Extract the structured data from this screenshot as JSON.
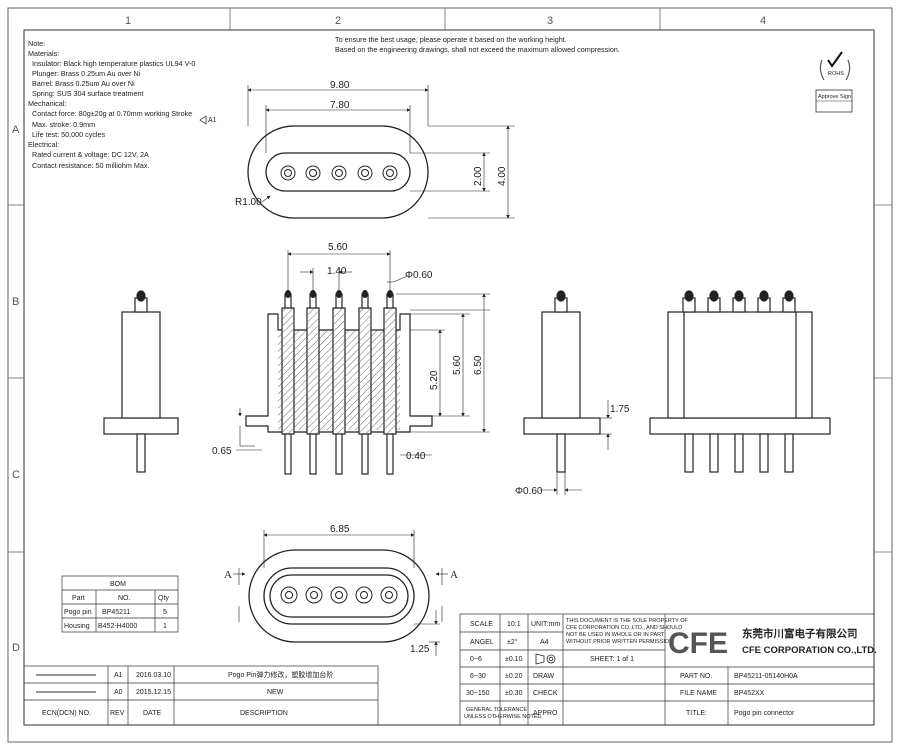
{
  "zones": {
    "cols": [
      "1",
      "2",
      "3",
      "4"
    ],
    "rows": [
      "A",
      "B",
      "C",
      "D"
    ]
  },
  "header_notes": [
    "To ensure the best usage, please operate it based on the working height.",
    "Based on the engineering drawings, shall not exceed the maximum allowed compression."
  ],
  "spec_notes": [
    "Note:",
    "Materials:",
    " Insulator: Black high temperature plastics UL94 V-0",
    " Plunger: Brass 0.25um Au over Ni",
    " Barrel: Brass 0.25um Au over Ni",
    " Spring: SUS 304 surface treatment",
    "Mechanical:",
    " Contact force: 80g±20g at 0.70mm working Stroke",
    " Max. stroke: 0.9mm",
    " Life test: 50,000 cycles",
    "Electrical:",
    " Rated current & voltage: DC 12V, 2A",
    " Contact resistance: 50 milliohm Max."
  ],
  "revision_marker": "A1",
  "rohs": {
    "label": "ROHS",
    "approve": "Approve Sign"
  },
  "dims": {
    "top_9_80": "9.80",
    "top_7_80": "7.80",
    "top_2_00": "2.00",
    "top_4_00": "4.00",
    "top_r1": "R1.00",
    "mid_5_60": "5.60",
    "mid_1_40": "1.40",
    "mid_d060": "Φ0.60",
    "mid_5_20": "5.20",
    "mid_5_60v": "5.60",
    "mid_6_50": "6.50",
    "mid_0_65": "0.65",
    "mid_0_40": "0.40",
    "side_1_75": "1.75",
    "side_d060": "Φ0.60",
    "bot_6_85": "6.85",
    "bot_1_25": "1.25",
    "sec_a": "A"
  },
  "bom": {
    "title": "BOM",
    "headers": [
      "Part",
      "NO.",
      "Qty"
    ],
    "rows": [
      [
        "Pogo pin",
        "BP45211",
        "5"
      ],
      [
        "Housing",
        "B452-H4000",
        "1"
      ]
    ]
  },
  "revisions": {
    "rows": [
      {
        "rev": "A1",
        "date": "2016.03.10",
        "desc": "Pogo Pin弹力修改，塑胶增加台阶"
      },
      {
        "rev": "A0",
        "date": "2015.12.15",
        "desc": "NEW"
      }
    ],
    "headers": [
      "ECN(DCN) NO.",
      "REV",
      "DATE",
      "DESCRIPTION"
    ]
  },
  "title_block": {
    "scale_label": "SCALE",
    "scale_value": "10:1",
    "unit": "UNIT:mm",
    "angle_label": "ANGEL",
    "angle_value": "±2°",
    "paper": "A4",
    "tol": [
      [
        "0~6",
        "±0.10"
      ],
      [
        "6~30",
        "±0.20"
      ],
      [
        "30~150",
        "±0.30"
      ]
    ],
    "draw": "DRAW",
    "check": "CHECK",
    "appro": "APPRO",
    "general_tol": [
      "GENERAL TOLERANCE",
      "UNLESS OTHERWISE NOTED"
    ],
    "sheet": "SHEET: 1 of 1",
    "disclaimer": [
      "THIS DOCUMENT IS THE SOLE PROPERTY OF",
      "CFE CORPORATION CO.,LTD., AND SHOULD",
      "NOT BE USED IN WHOLE OR IN PART",
      "WITHOUT PRIOR WRITTEN PERMISSION."
    ],
    "logo": "CFE",
    "company_cn": "东莞市川富电子有限公司",
    "company_en": "CFE CORPORATION CO.,LTD.",
    "part_no_label": "PART NO.",
    "part_no": "BP45211-05140H0A",
    "file_name_label": "FILE NAME",
    "file_name": "BP452XX",
    "title_label": "TITLE:",
    "title": "Pogo pin connector"
  }
}
